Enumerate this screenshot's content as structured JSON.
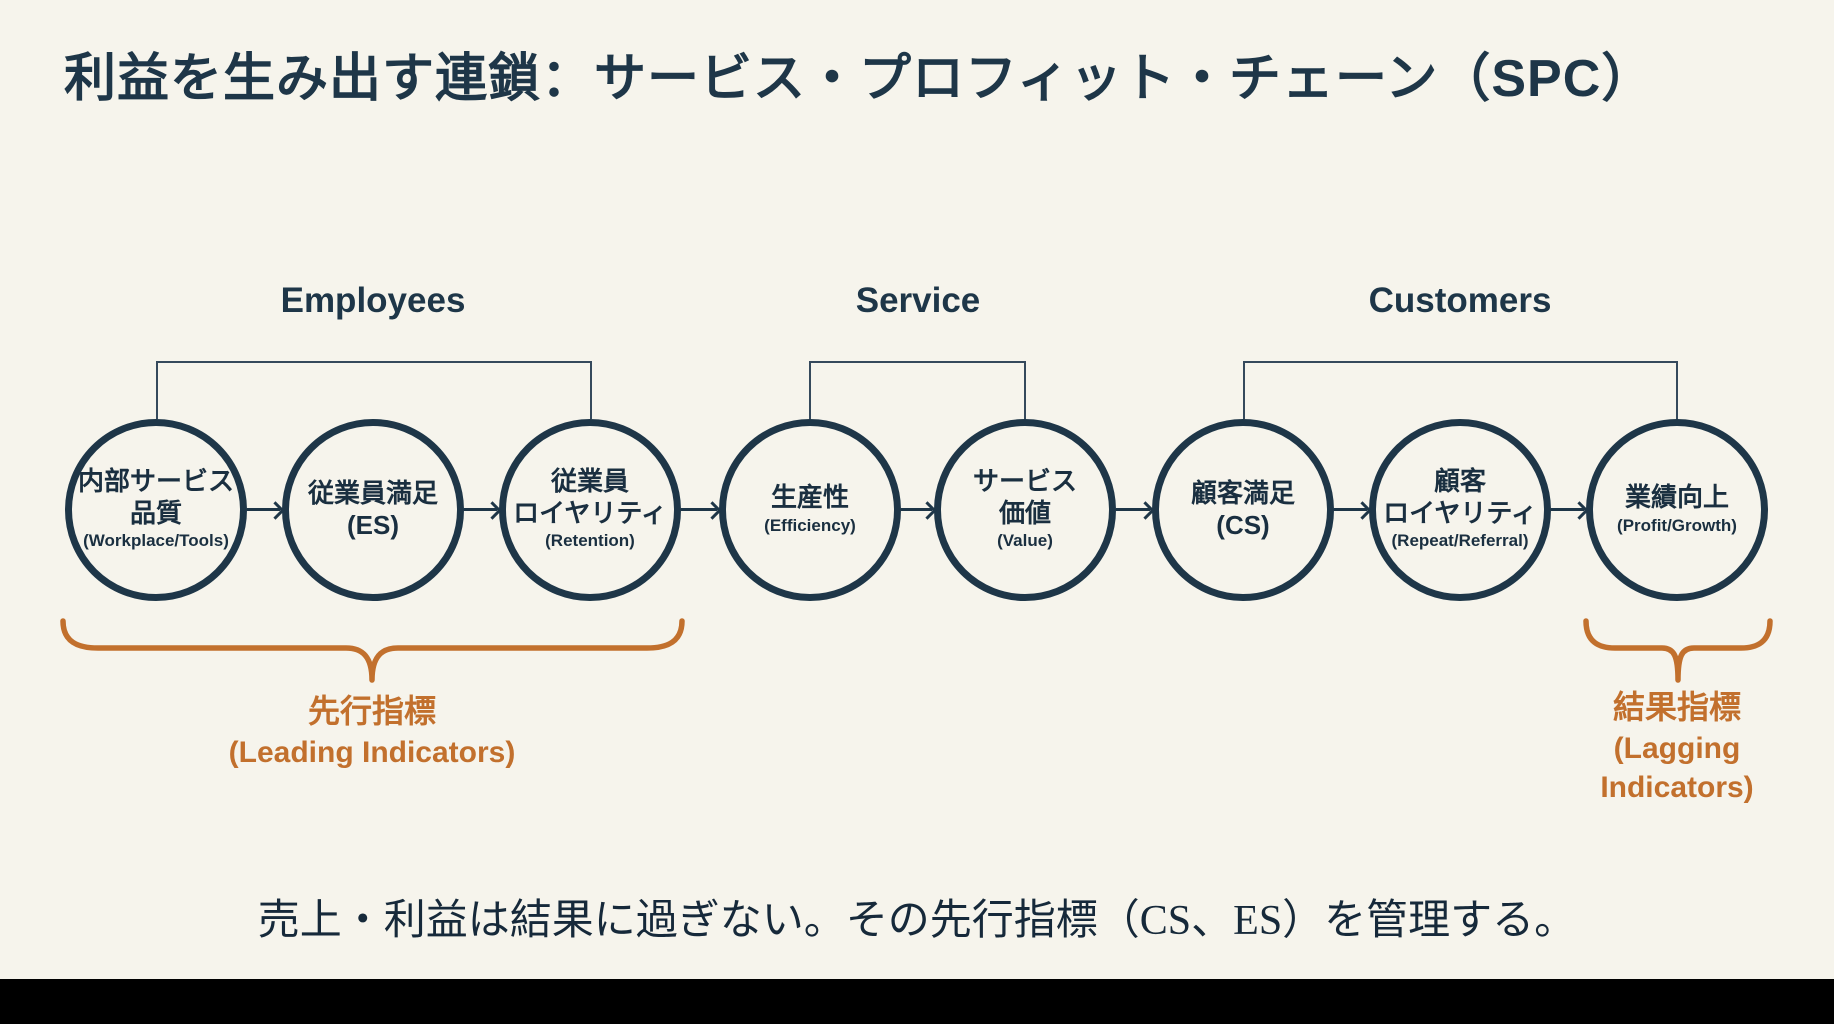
{
  "title": "利益を生み出す連鎖：サービス・プロフィット・チェーン（SPC）",
  "group_headers": [
    {
      "label": "Employees"
    },
    {
      "label": "Service"
    },
    {
      "label": "Customers"
    }
  ],
  "nodes": [
    {
      "jp1": "内部サービス",
      "jp2": "品質",
      "en": "(Workplace/Tools)"
    },
    {
      "jp1": "従業員満足",
      "jp2": "(ES)",
      "en": ""
    },
    {
      "jp1": "従業員",
      "jp2": "ロイヤリティ",
      "en": "(Retention)"
    },
    {
      "jp1": "生産性",
      "jp2": "",
      "en": "(Efficiency)"
    },
    {
      "jp1": "サービス",
      "jp2": "価値",
      "en": "(Value)"
    },
    {
      "jp1": "顧客満足",
      "jp2": "(CS)",
      "en": ""
    },
    {
      "jp1": "顧客",
      "jp2": "ロイヤリティ",
      "en": "(Repeat/Referral)"
    },
    {
      "jp1": "業績向上",
      "jp2": "",
      "en": "(Profit/Growth)"
    }
  ],
  "annotations": {
    "leading": {
      "jp": "先行指標",
      "en": "(Leading Indicators)"
    },
    "lagging": {
      "jp": "結果指標",
      "en": "(Lagging Indicators)"
    }
  },
  "footer": "売上・利益は結果に過ぎない。その先行指標（CS、ES）を管理する。",
  "colors": {
    "background": "#F6F4EC",
    "navy": "#1E3648",
    "connector_line": "#35495C",
    "orange": "#C2702D",
    "bottom_bar": "#000000"
  }
}
